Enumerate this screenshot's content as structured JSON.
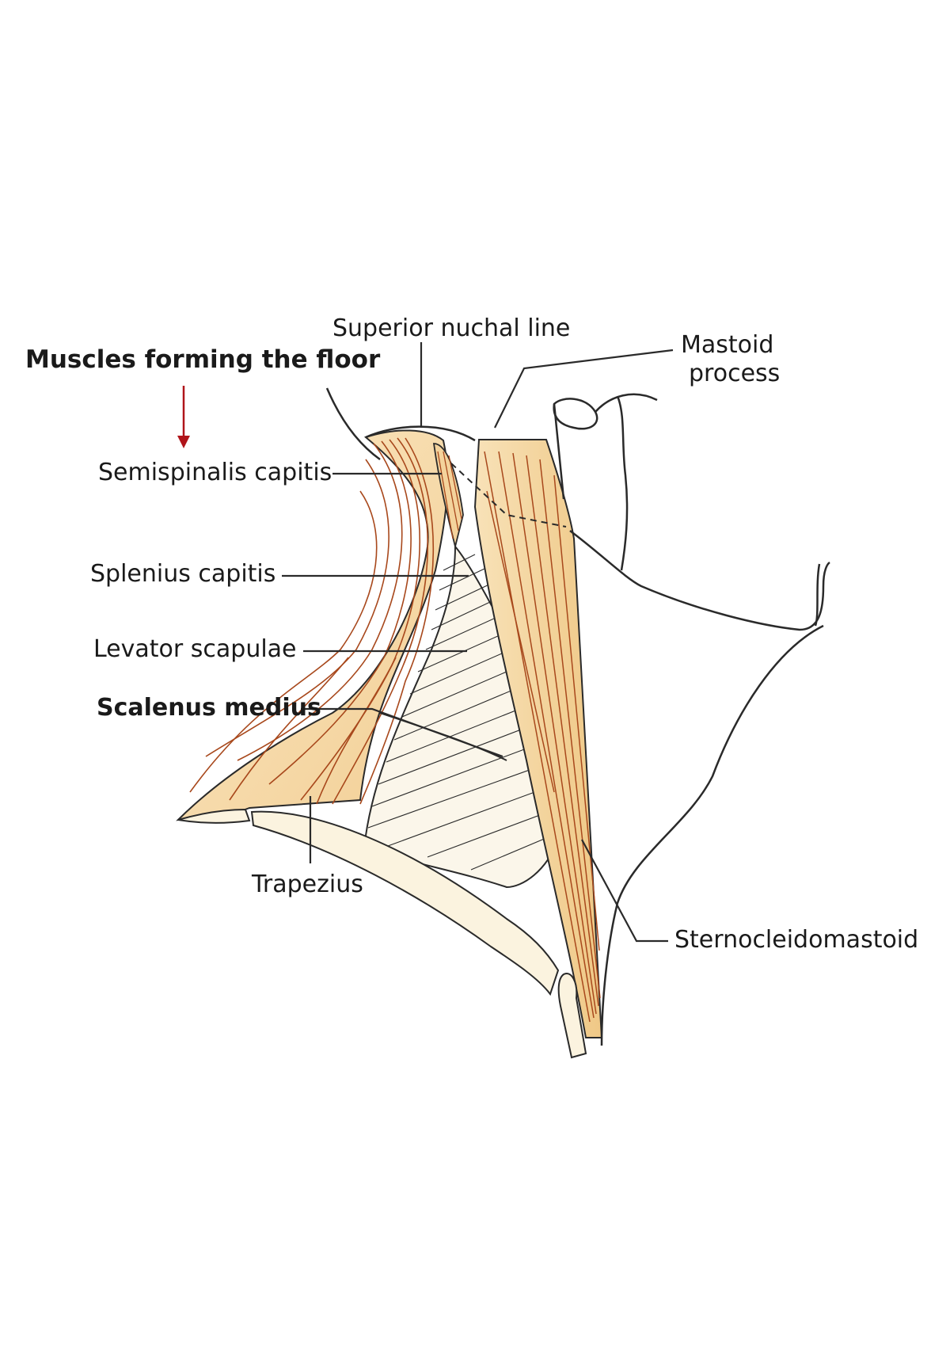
{
  "heading": "Muscles forming the floor",
  "labels": {
    "superior_nuchal_line": "Superior nuchal line",
    "mastoid_line1": "Mastoid",
    "mastoid_line2": "process",
    "semispinalis": "Semispinalis capitis",
    "splenius": "Splenius capitis",
    "levator": "Levator scapulae",
    "scalenus": "Scalenus medius",
    "trapezius": "Trapezius",
    "sternocleidomastoid": "Sternocleidomastoid"
  },
  "colors": {
    "muscle_fill": "#f6dcae",
    "muscle_fiber": "#a8481c",
    "outline": "#2a2a2a",
    "arrow": "#b0141a",
    "bone_fill": "#fbf3df"
  }
}
